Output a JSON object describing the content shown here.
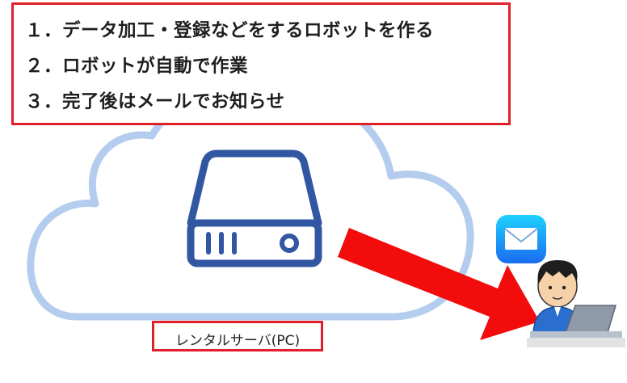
{
  "steps": [
    {
      "text": "１．データ加工・登録などをするロボットを作る"
    },
    {
      "text": "２．ロボットが自動で作業"
    },
    {
      "text": "３．完了後はメールでお知らせ"
    }
  ],
  "server_label": "レンタルサーバ(PC)",
  "icons": {
    "cloud": "cloud-outline-icon",
    "server": "server-drive-icon",
    "mail": "mail-app-icon",
    "user": "person-at-laptop-icon",
    "arrow": "red-arrow-icon"
  },
  "colors": {
    "cloud_stroke": "#b4cdee",
    "server_stroke": "#3157a3",
    "frame_red": "#e0202a",
    "arrow_red": "#f20c0c",
    "mail_blue": "#1a8cf5",
    "shirt_blue": "#2a6fd0",
    "laptop_gray": "#8e9aa8"
  }
}
